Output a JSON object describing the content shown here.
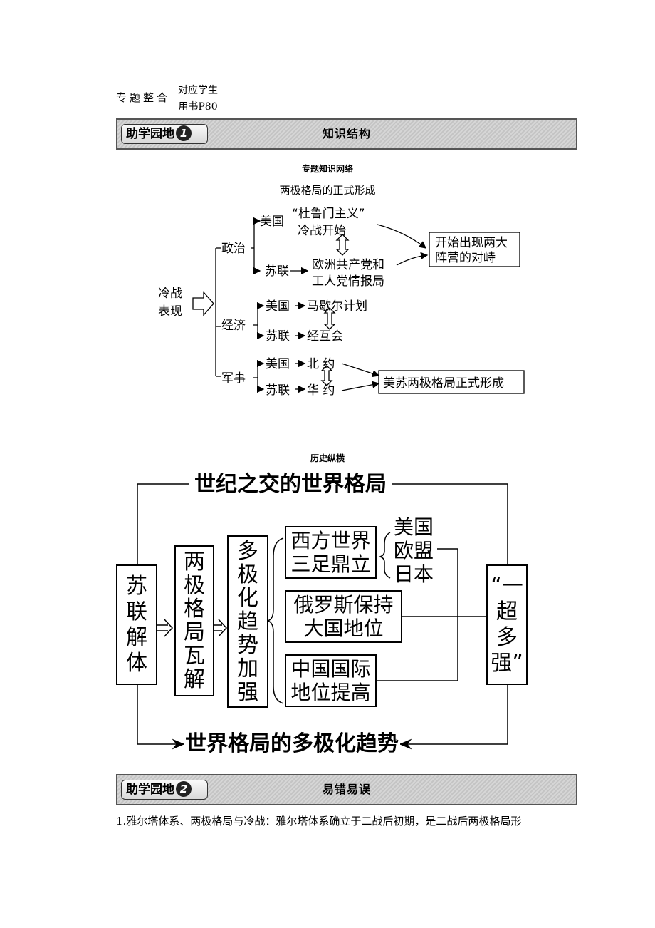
{
  "header": {
    "main": "专题整合",
    "fraction_top": "对应学生",
    "fraction_bottom": "用书P80"
  },
  "section1": {
    "tag": "助学园地",
    "tag_num": "1",
    "title": "知识结构"
  },
  "network": {
    "caption": "专题知识网络",
    "subtitle": "两极格局的正式形成",
    "root_1": "冷战",
    "root_2": "表现",
    "politics": "政治",
    "economy": "经济",
    "military": "军事",
    "usa": "美国",
    "ussr": "苏联",
    "truman_1": "“杜鲁门主义”",
    "truman_2": "冷战开始",
    "cominform_1": "欧洲共产党和",
    "cominform_2": "工人党情报局",
    "marshall": "马歇尔计划",
    "comecon": "经互会",
    "nato": "北 约",
    "warsaw": "华 约",
    "camps_1": "开始出现两大",
    "camps_2": "阵营的对峙",
    "bipolar": "美苏两极格局正式形成"
  },
  "history": {
    "caption": "历史纵横",
    "top_title": "世纪之交的世界格局",
    "bottom_title": "世界格局的多极化趋势",
    "col1": [
      "苏",
      "联",
      "解",
      "体"
    ],
    "col2": [
      "两",
      "极",
      "格",
      "局",
      "瓦",
      "解"
    ],
    "col3": [
      "多",
      "极",
      "化",
      "趋",
      "势",
      "加",
      "强"
    ],
    "west_1": "西方世界",
    "west_2": "三足鼎立",
    "west_members": [
      "美国",
      "欧盟",
      "日本"
    ],
    "russia_1": "俄罗斯保持",
    "russia_2": "大国地位",
    "china_1": "中国国际",
    "china_2": "地位提高",
    "superpower": [
      "“一",
      "超",
      "多",
      "强”"
    ]
  },
  "section2": {
    "tag": "助学园地",
    "tag_num": "2",
    "title": "易错易误"
  },
  "paragraph": "1.雅尔塔体系、两极格局与冷战：雅尔塔体系确立于二战后初期，是二战后两极格局形"
}
